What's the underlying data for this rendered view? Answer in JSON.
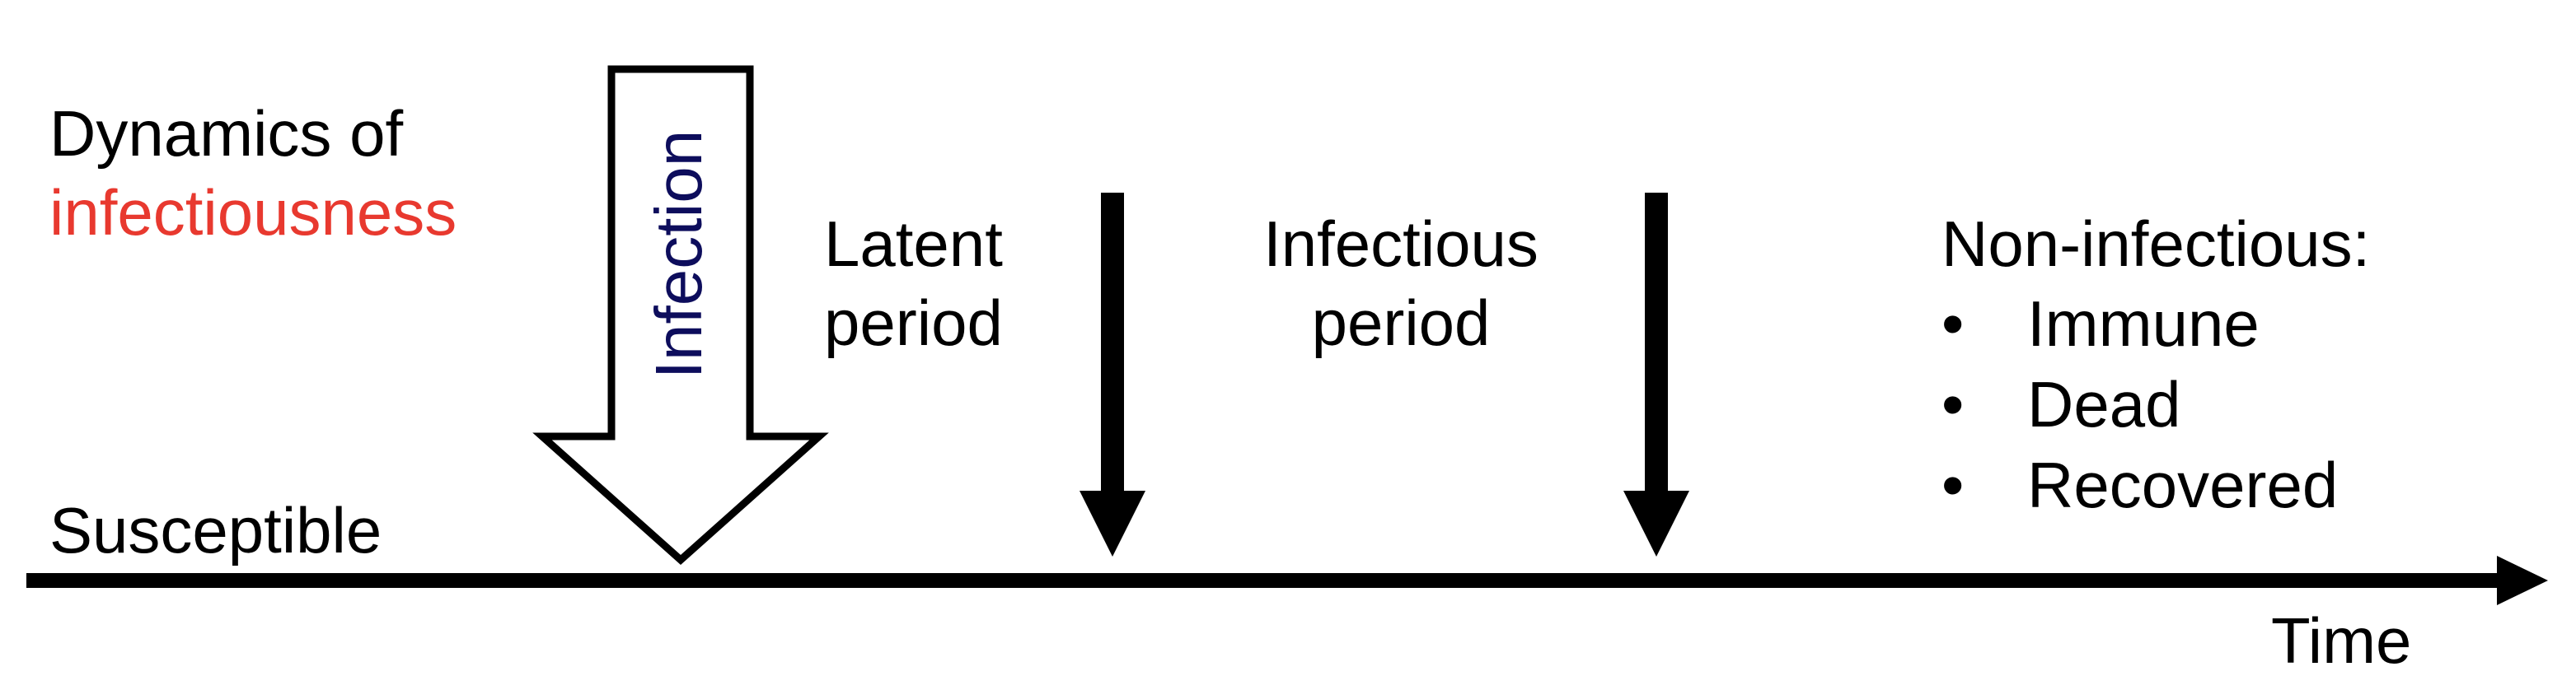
{
  "title": {
    "line1": "Dynamics of",
    "line2": "infectiousness"
  },
  "labels": {
    "infection": "Infection",
    "latent_line1": "Latent",
    "latent_line2": "period",
    "infectious_line1": "Infectious",
    "infectious_line2": "period",
    "noninfectious_heading": "Non-infectious:",
    "susceptible": "Susceptible",
    "time": "Time"
  },
  "noninfectious_items": [
    {
      "bullet": "•",
      "label": "Immune"
    },
    {
      "bullet": "•",
      "label": "Dead"
    },
    {
      "bullet": "•",
      "label": "Recovered"
    }
  ],
  "colors": {
    "text": "#000000",
    "accent": "#e8392f",
    "infection_label": "#0d0d5c",
    "arrows": "#000000",
    "background": "#ffffff"
  }
}
